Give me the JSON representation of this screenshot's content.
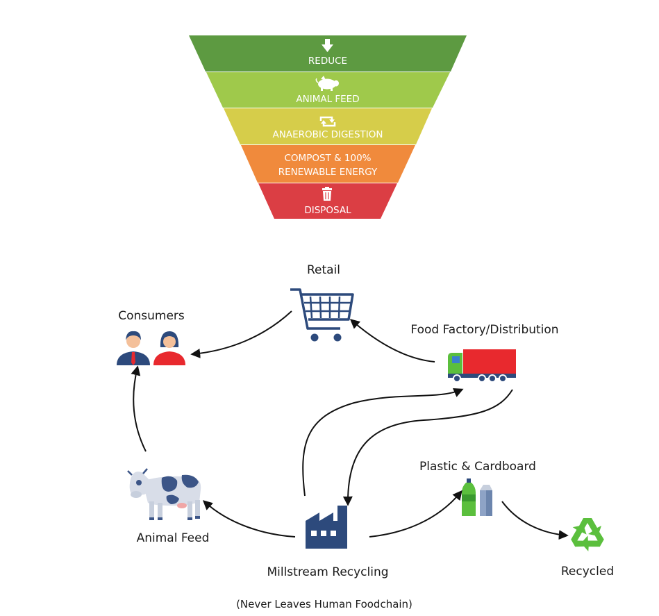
{
  "colors": {
    "reduce": "#5d9a41",
    "animal_feed": "#9fc94b",
    "anaerobic": "#d6cd4a",
    "compost": "#f08a3c",
    "disposal": "#db3e44",
    "navy": "#2d4a7c",
    "red": "#e8292e",
    "green": "#5bbf3d",
    "cow_blue": "#3c5587"
  },
  "pyramid": {
    "tiers": [
      {
        "label": "REDUCE",
        "icon": "down-arrow-icon"
      },
      {
        "label": "ANIMAL FEED",
        "icon": "pig-icon"
      },
      {
        "label": "ANAEROBIC DIGESTION",
        "icon": "recycle-arrows-icon"
      },
      {
        "label_line1": "COMPOST & 100%",
        "label_line2": "RENEWABLE ENERGY"
      },
      {
        "label": "DISPOSAL",
        "icon": "trash-icon"
      }
    ]
  },
  "cycle": {
    "retail": {
      "label": "Retail",
      "icon": "shopping-cart-icon"
    },
    "consumers": {
      "label": "Consumers",
      "icon": "people-icon"
    },
    "factory": {
      "label": "Food Factory/Distribution",
      "icon": "truck-icon"
    },
    "animal_feed": {
      "label": "Animal Feed",
      "icon": "cow-icon"
    },
    "recycling": {
      "label": "Millstream Recycling",
      "icon": "factory-icon"
    },
    "plastic": {
      "label": "Plastic & Cardboard",
      "icon": "bottle-carton-icon"
    },
    "recycled": {
      "label": "Recycled",
      "icon": "recycle-symbol-icon"
    }
  },
  "caption": "(Never Leaves Human Foodchain)"
}
